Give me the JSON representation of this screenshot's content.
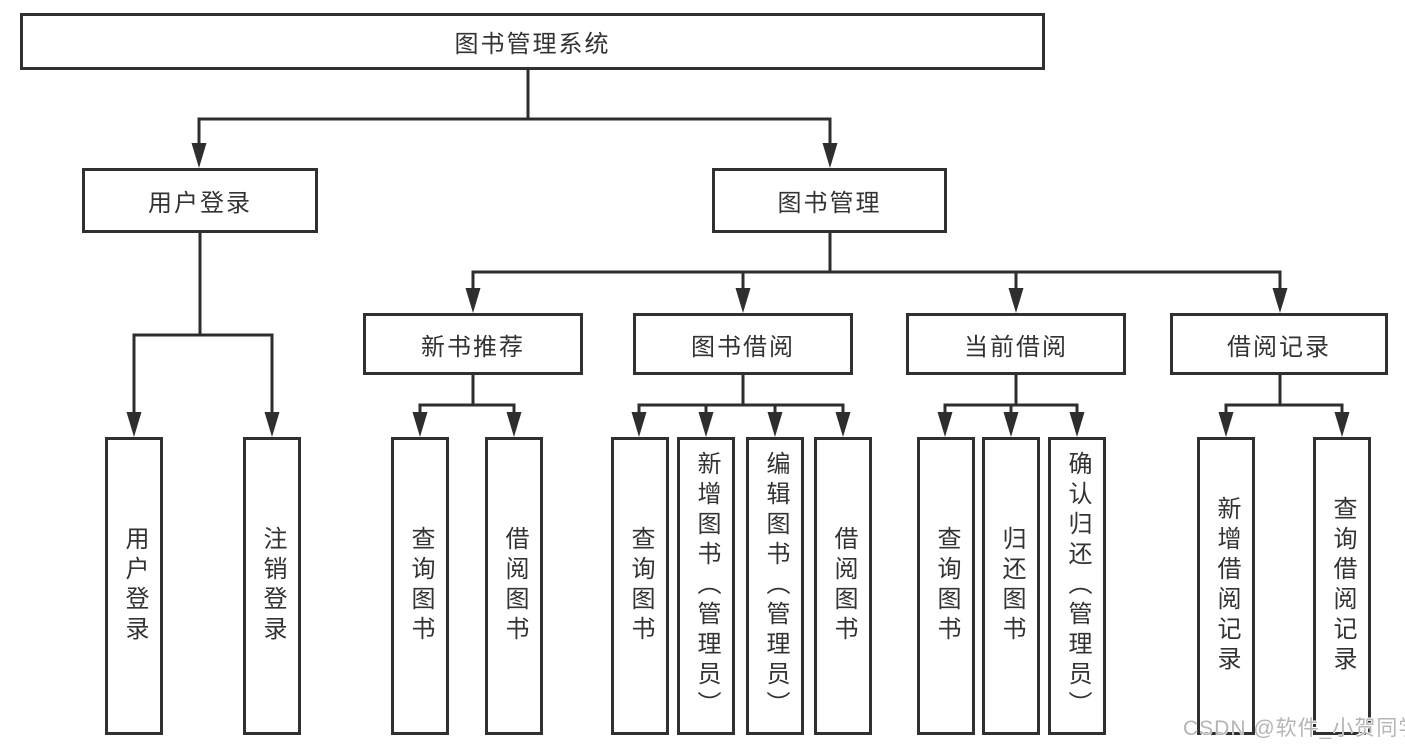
{
  "watermark": "CSDN @软件_小贺同学",
  "colors": {
    "line": "#2e2e2e",
    "box_border": "#303030",
    "text": "#333333",
    "watermark": "#b5b5b5"
  },
  "tree": {
    "root": "图书管理系统",
    "user_login": {
      "label": "用户登录",
      "children": [
        "用户登录",
        "注销登录"
      ]
    },
    "book_mgmt": {
      "label": "图书管理",
      "sections": {
        "new_books": {
          "label": "新书推荐",
          "children": [
            "查询图书",
            "借阅图书"
          ]
        },
        "borrowing": {
          "label": "图书借阅",
          "children": [
            "查询图书",
            "新增图书（管理员）",
            "编辑图书（管理员）",
            "借阅图书"
          ]
        },
        "current": {
          "label": "当前借阅",
          "children": [
            "查询图书",
            "归还图书",
            "确认归还（管理员）"
          ]
        },
        "records": {
          "label": "借阅记录",
          "children": [
            "新增借阅记录",
            "查询借阅记录"
          ]
        }
      }
    }
  }
}
